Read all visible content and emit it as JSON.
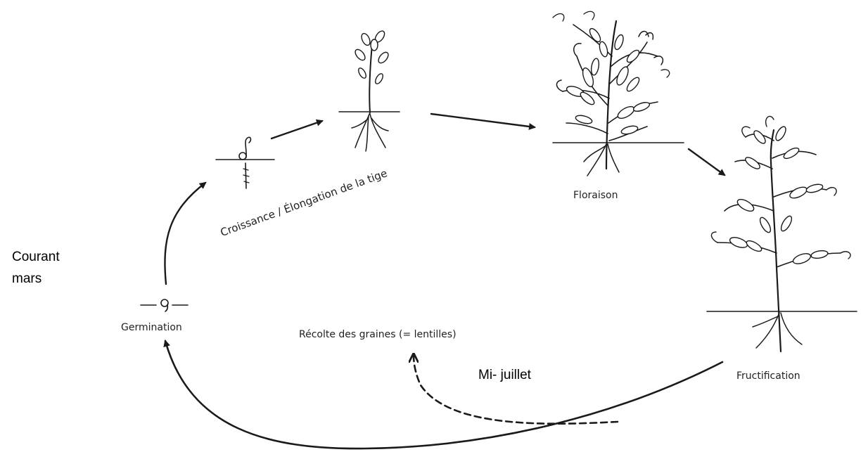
{
  "labels": {
    "germination": "Germination",
    "growth": "Croissance / Élongation de la tige",
    "flowering": "Floraison",
    "fruiting": "Fructification",
    "harvest": "Récolte des graines (= lentilles)",
    "sowing_time_line1": "Courant",
    "sowing_time_line2": "mars",
    "harvest_time": "Mi- juillet"
  }
}
